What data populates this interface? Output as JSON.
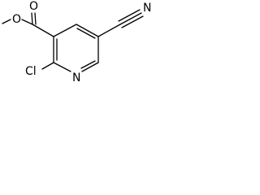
{
  "molecule": {
    "atoms": {
      "methyl_oxygen": "O",
      "carbonyl_oxygen": "O",
      "ring_nitrogen": "N",
      "nitrile_nitrogen": "N",
      "chlorine": "Cl"
    }
  },
  "colors": {
    "bond": "#000000",
    "label": "#000000",
    "background": "#ffffff"
  }
}
